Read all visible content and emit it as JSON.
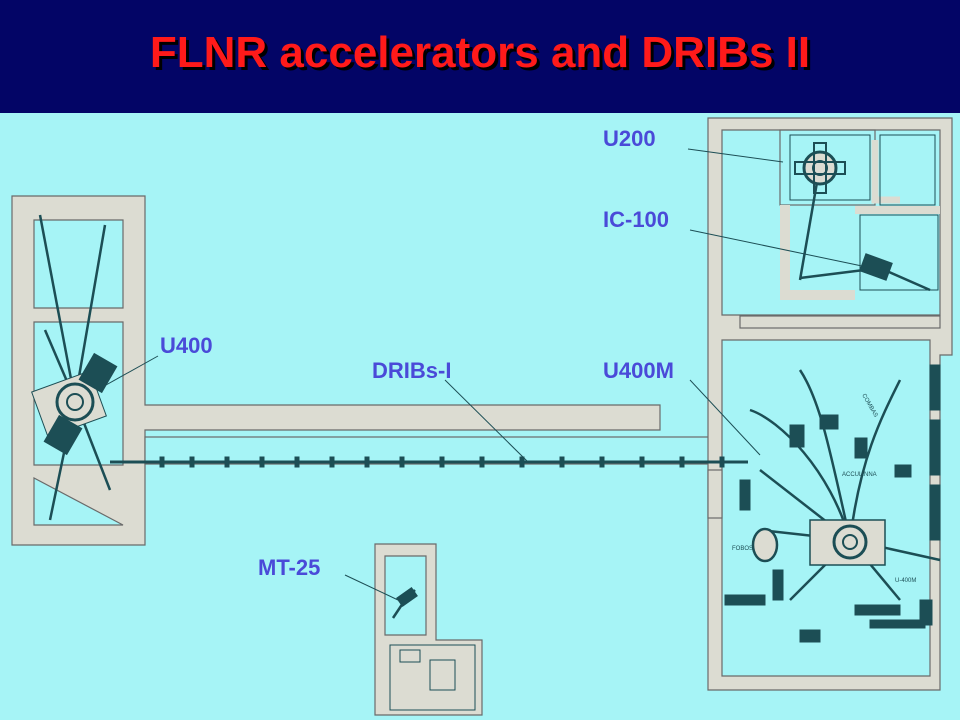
{
  "title": "FLNR accelerators and DRIBs II",
  "labels": {
    "u400": "U400",
    "dribs": "DRIBs-I",
    "u400m": "U400M",
    "u200": "U200",
    "ic100": "IC-100",
    "mt25": "MT-25"
  },
  "hall_labels": {
    "combas": "COMBAS",
    "acculinna": "ACCULINNA",
    "fobos": "FOBOS",
    "u400m_small": "U-400M"
  },
  "colors": {
    "header": "#030566",
    "title": "#ff1a1a",
    "background": "#a6f4f6",
    "wall": "#dcdcd2",
    "equipment": "#1c4e55",
    "label": "#4a4ad8"
  }
}
